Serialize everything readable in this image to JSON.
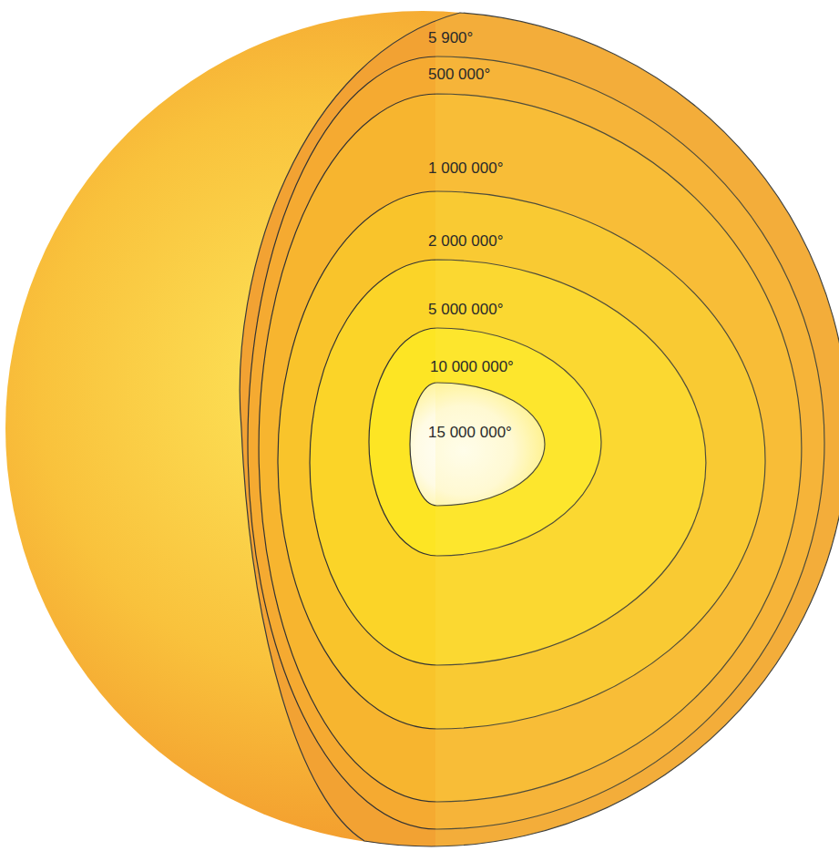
{
  "diagram": {
    "labels": [
      "5 900°",
      "500 000°",
      "1 000 000°",
      "2 000 000°",
      "5 000 000°",
      "10 000 000°",
      "15 000 000°"
    ]
  }
}
